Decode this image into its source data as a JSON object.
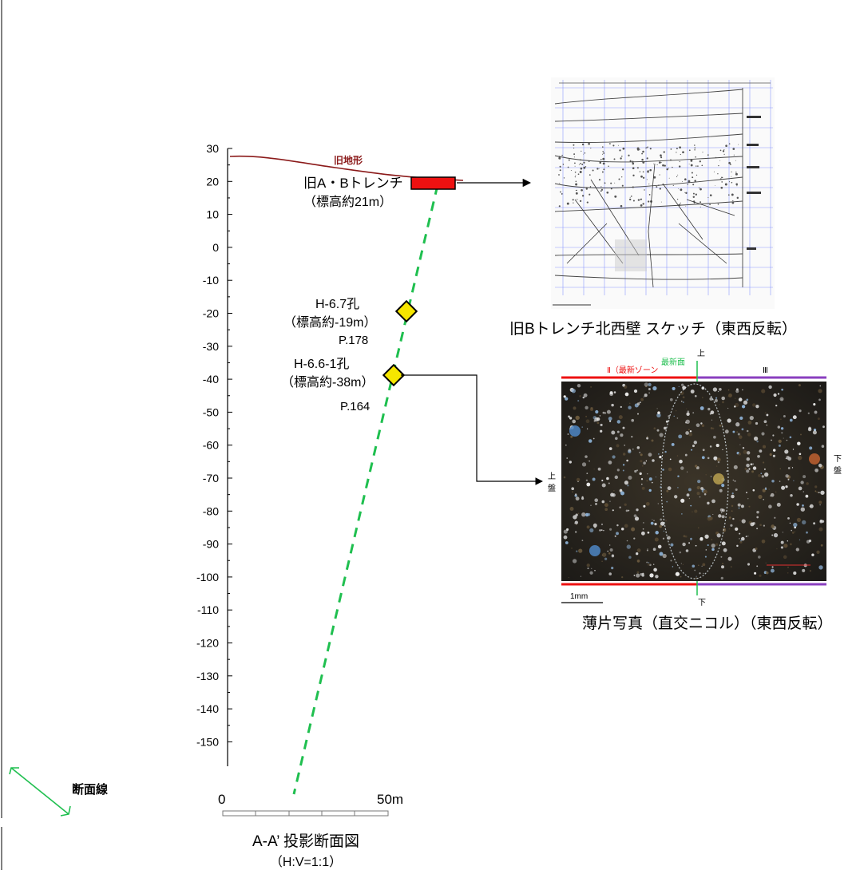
{
  "section": {
    "y_ticks": [
      "30",
      "20",
      "10",
      "0",
      "-10",
      "-20",
      "-30",
      "-40",
      "-50",
      "-60",
      "-70",
      "-80",
      "-90",
      "-100",
      "-110",
      "-120",
      "-130",
      "-140",
      "-150"
    ],
    "old_terrain_label": "旧地形",
    "trench_label_line1": "旧A・Bトレンチ",
    "trench_label_line2": "（標高約21m）",
    "hole1_line1": "H-6.7孔",
    "hole1_line2": "（標高約-19m）",
    "hole1_page": "P.178",
    "hole2_line1": "H-6.6-1孔",
    "hole2_line2": "（標高約-38m）",
    "hole2_page": "P.164",
    "scale_zero": "0",
    "scale_end": "50m",
    "title": "A-A’ 投影断面図",
    "ratio": "（H:V=1:1）",
    "colors": {
      "terrain": "#8b1a1a",
      "fault": "#1fbf4f",
      "trench": "#ee1111",
      "borehole": "#f6e600"
    }
  },
  "legend": {
    "label": "断面線"
  },
  "sketch": {
    "caption": "旧Bトレンチ北西壁 スケッチ（東西反転）"
  },
  "thin_section": {
    "zone_left": "Ⅱ（最新ゾーン",
    "latest_plane": "最新面",
    "zone_right": "Ⅲ",
    "top_mark": "上",
    "bottom_mark": "下",
    "left_side_1": "上",
    "left_side_2": "盤",
    "right_side_1": "下",
    "right_side_2": "盤",
    "scale": "1mm",
    "caption": "薄片写真（直交ニコル）（東西反転）"
  }
}
